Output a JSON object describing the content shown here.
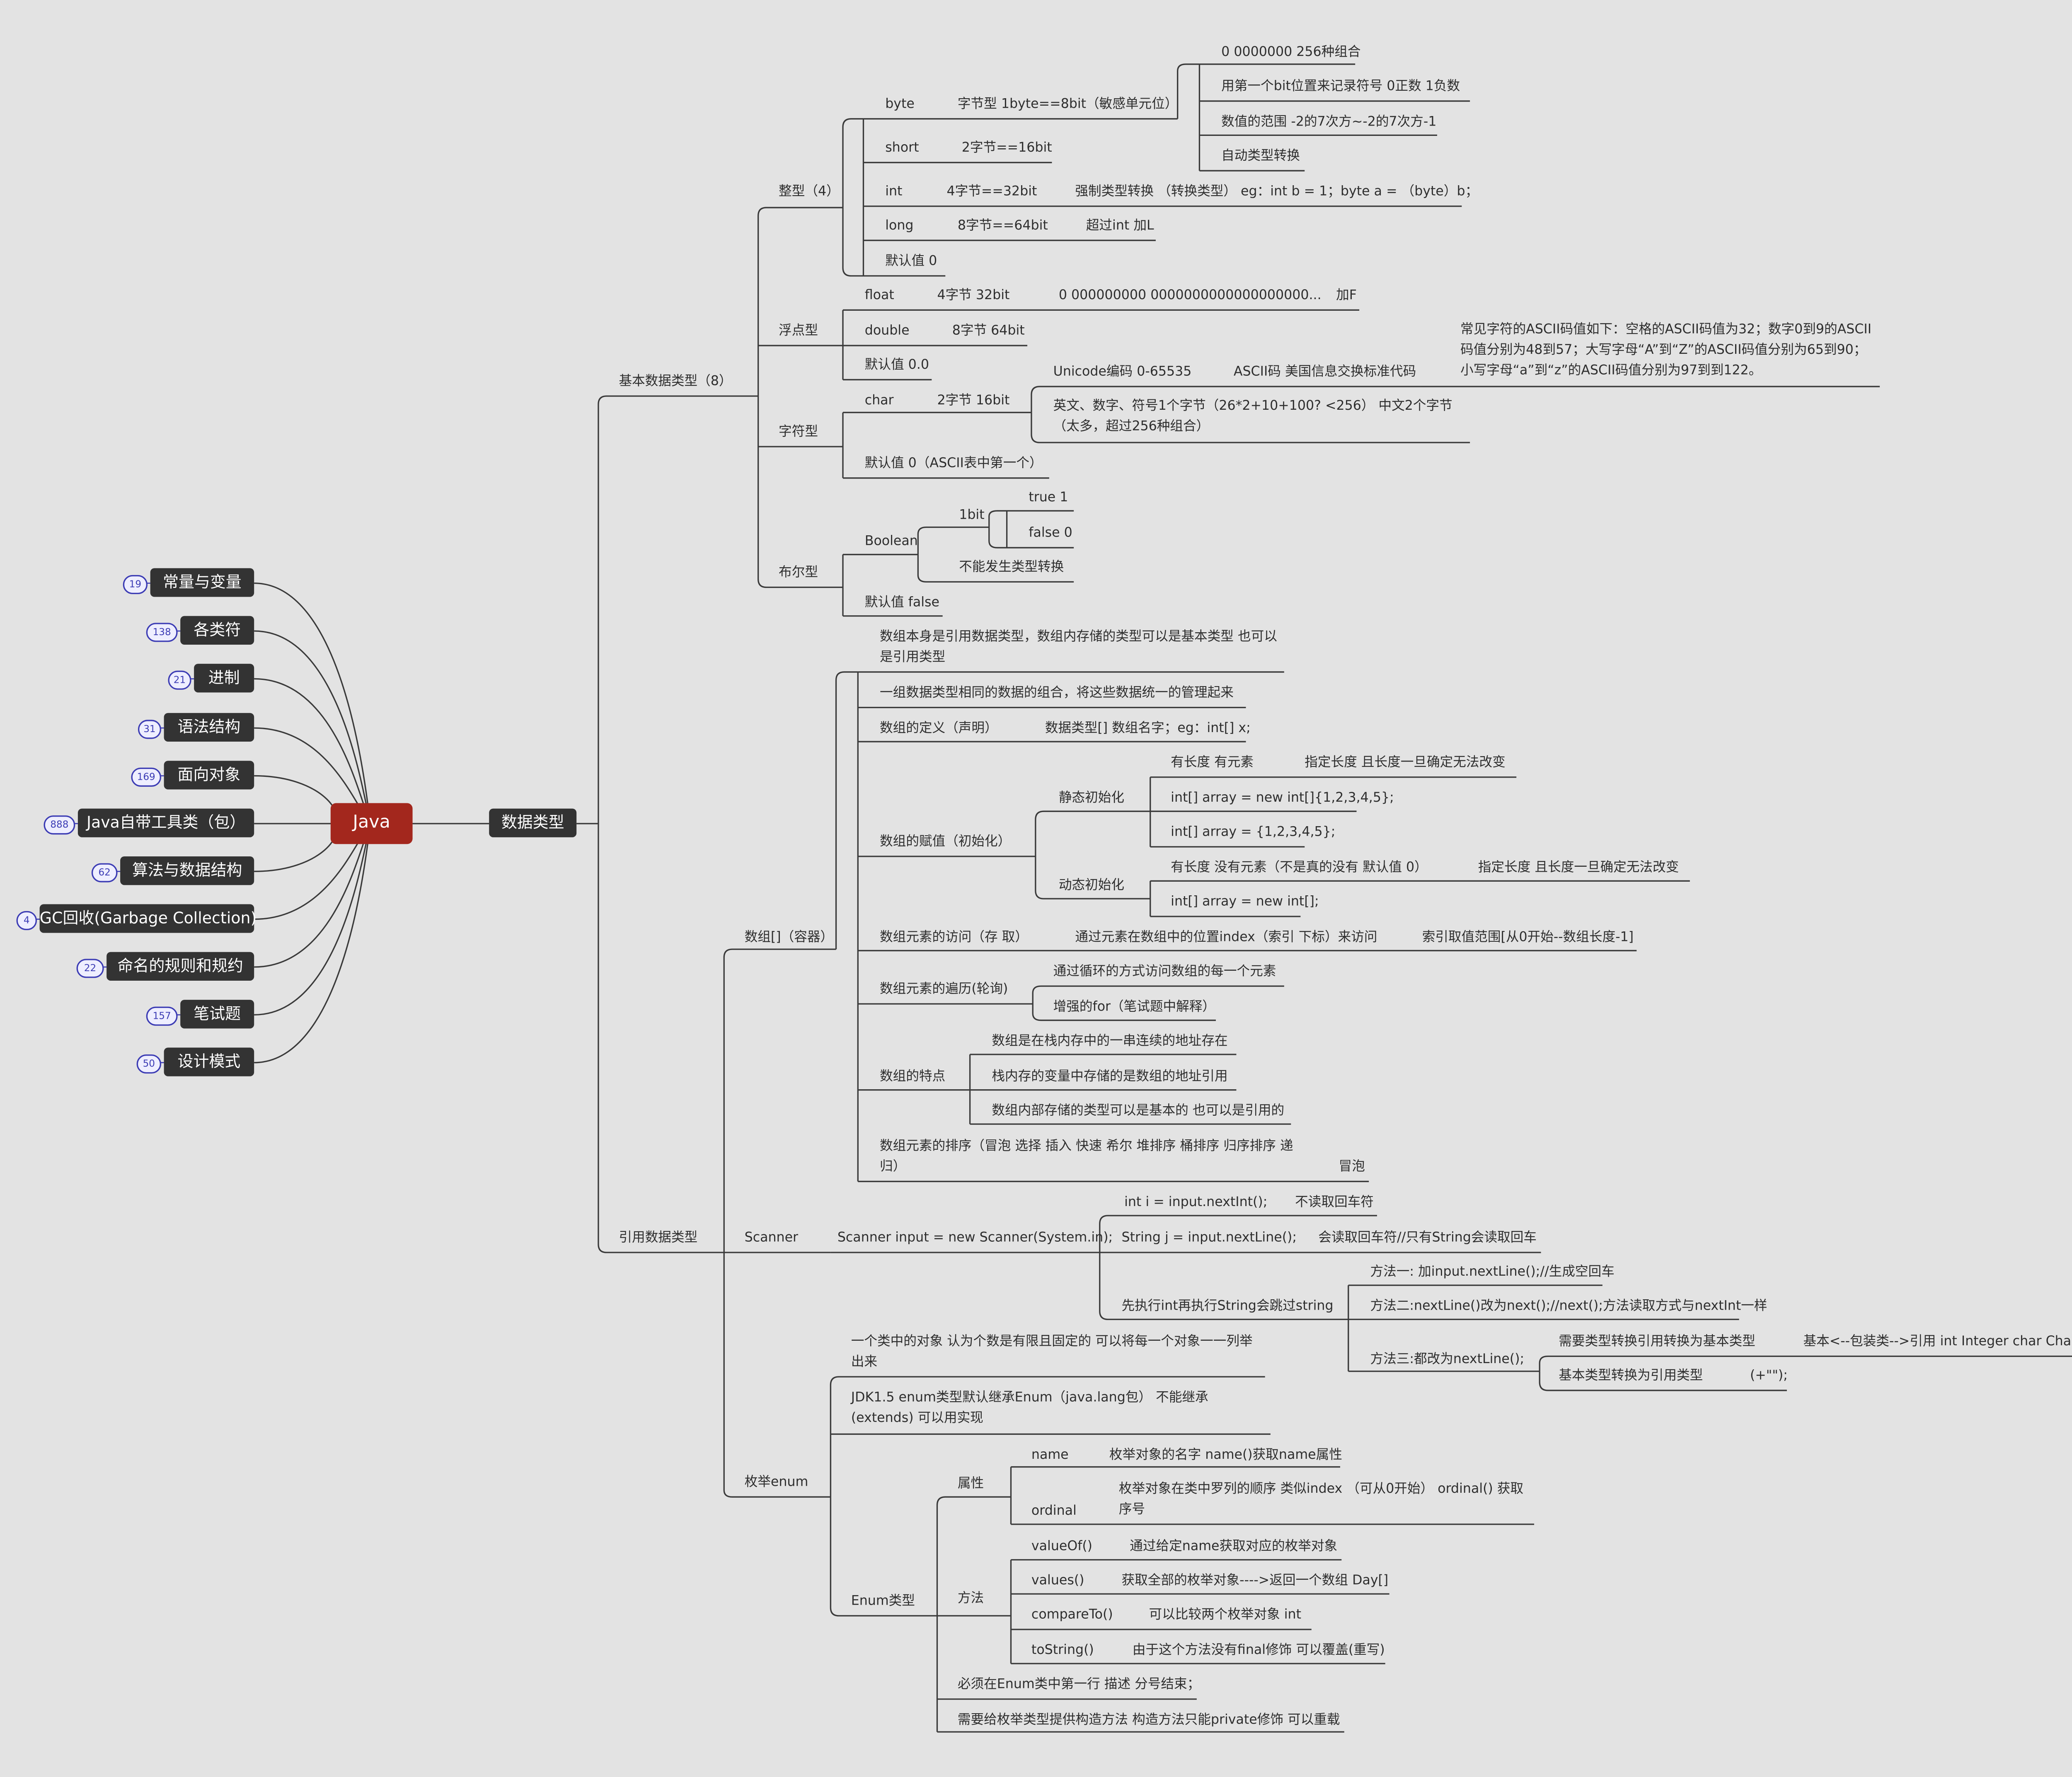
{
  "root": "Java",
  "left_topics": [
    {
      "label": "常量与变量",
      "count": "19"
    },
    {
      "label": "各类符",
      "count": "138"
    },
    {
      "label": "进制",
      "count": "21"
    },
    {
      "label": "语法结构",
      "count": "31"
    },
    {
      "label": "面向对象",
      "count": "169"
    },
    {
      "label": "Java自带工具类（包）",
      "count": "888"
    },
    {
      "label": "算法与数据结构",
      "count": "62"
    },
    {
      "label": "GC回收(Garbage Collection)",
      "count": "4"
    },
    {
      "label": "命名的规则和规约",
      "count": "22"
    },
    {
      "label": "笔试题",
      "count": "157"
    },
    {
      "label": "设计模式",
      "count": "50"
    }
  ],
  "main": "数据类型",
  "primitive": {
    "label": "基本数据类型（8）",
    "integer": {
      "label": "整型（4）",
      "byte": "byte",
      "byte_desc": "字节型    1byte==8bit（敏感单元位）",
      "byte_notes": [
        "0  0000000 256种组合",
        "用第一个bit位置来记录符号  0正数  1负数",
        "数值的范围  -2的7次方~-2的7次方-1",
        "自动类型转换"
      ],
      "short": "short",
      "short_desc": "2字节==16bit",
      "int": "int",
      "int_desc": "4字节==32bit",
      "int_note": "强制类型转换 （转换类型） eg：int b = 1；byte a = （byte）b；",
      "long": "long",
      "long_desc": "8字节==64bit",
      "long_note": "超过int 加L",
      "default": "默认值  0"
    },
    "float_type": {
      "label": "浮点型",
      "float": "float",
      "float_desc": "4字节    32bit",
      "float_bits": "0 000000000 0000000000000000000...",
      "float_note": "加F",
      "double": "double",
      "double_desc": "8字节   64bit",
      "default": "默认值 0.0"
    },
    "char_type": {
      "label": "字符型",
      "char": "char",
      "char_desc": "2字节   16bit",
      "unicode": "Unicode编码    0-65535",
      "ascii": "ASCII码 美国信息交换标准代码",
      "ascii_note": "常见字符的ASCII码值如下：空格的ASCII码值为32；数字0到9的ASCII码值分别为48到57；大写字母“A”到“Z”的ASCII码值分别为65到90；小写字母“a”到“z”的ASCII码值分别为97到到122。",
      "range_note": "英文、数字、符号1个字节（26*2+10+100?  <256）    中文2个字节（太多，超过256种组合）",
      "default": "默认值  0（ASCII表中第一个）"
    },
    "bool_type": {
      "label": "布尔型",
      "boolean": "Boolean",
      "bit": "1bit",
      "true_v": "true   1",
      "false_v": "false   0",
      "no_convert": "不能发生类型转换",
      "default": "默认值 false"
    }
  },
  "reference": {
    "label": "引用数据类型",
    "array": {
      "label": "数组[]（容器）",
      "intro": "数组本身是引用数据类型，数组内存储的类型可以是基本类型 也可以是引用类型",
      "group": "一组数据类型相同的数据的组合，将这些数据统一的管理起来",
      "define": "数组的定义（声明）",
      "define_desc": "数据类型[]  数组名字；eg：int[] x;",
      "assign": "数组的赋值（初始化）",
      "static_init": "静态初始化",
      "static_a": "有长度   有元素",
      "static_a_note": "指定长度  且长度一旦确定无法改变",
      "static_b": "int[] array = new int[]{1,2,3,4,5};",
      "static_c": "int[] array = {1,2,3,4,5};",
      "dynamic_init": "动态初始化",
      "dynamic_a": "有长度   没有元素（不是真的没有 默认值 0）",
      "dynamic_a_note": "指定长度  且长度一旦确定无法改变",
      "dynamic_b": "int[] array = new int[];",
      "access": "数组元素的访问（存 取）",
      "access_desc": "通过元素在数组中的位置index（索引 下标）来访问",
      "access_note": "索引取值范围[从0开始--数组长度-1]",
      "traverse": "数组元素的遍历(轮询)",
      "traverse_a": "通过循环的方式访问数组的每一个元素",
      "traverse_b": "增强的for（笔试题中解释）",
      "feature": "数组的特点",
      "feature_a": "数组是在栈内存中的一串连续的地址存在",
      "feature_b": "栈内存的变量中存储的是数组的地址引用",
      "feature_c": "数组内部存储的类型可以是基本的 也可以是引用的",
      "sort": "数组元素的排序（冒泡 选择 插入 快速 希尔 堆排序 桶排序 归序排序 递归）",
      "sort_note": "冒泡"
    },
    "scanner": {
      "label": "Scanner",
      "create": "Scanner input = new Scanner(System.in);",
      "next_int": "int i = input.nextInt();",
      "next_int_note": "不读取回车符",
      "next_line": "String j = input.nextLine();",
      "next_line_note": "会读取回车符//只有String会读取回车",
      "skip": "先执行int再执行String会跳过string",
      "method1": "方法一: 加input.nextLine();//生成空回车",
      "method2": "方法二:nextLine()改为next();//next();方法读取方式与nextInt一样",
      "method3": "方法三:都改为nextLine();",
      "m3_a": "需要类型转换引用转换为基本类型",
      "m3_a_note": "基本<--包装类-->引用  int Integer  char Character",
      "m3_b": "基本类型转换为引用类型",
      "m3_b_note": "(+\"\");"
    },
    "enum": {
      "label": "枚举enum",
      "intro": "一个类中的对象 认为个数是有限且固定的 可以将每一个对象一一列举出来",
      "jdk": "JDK1.5  enum类型默认继承Enum（java.lang包） 不能继承(extends)  可以用实现",
      "enum_type": "Enum类型",
      "attr": "属性",
      "name": "name",
      "name_desc": "枚举对象的名字 name()获取name属性",
      "ordinal": "ordinal",
      "ordinal_desc": "枚举对象在类中罗列的顺序  类似index （可从0开始）  ordinal() 获取序号",
      "methods": "方法",
      "value_of": "valueOf()",
      "value_of_desc": "通过给定name获取对应的枚举对象",
      "values": "values()",
      "values_desc": "获取全部的枚举对象---->返回一个数组 Day[]",
      "compare_to": "compareTo()",
      "compare_to_desc": "可以比较两个枚举对象   int",
      "to_string": "toString()",
      "to_string_desc": "由于这个方法没有final修饰 可以覆盖(重写)",
      "first_line": "必须在Enum类中第一行 描述 分号结束；",
      "ctor": "需要给枚举类型提供构造方法  构造方法只能private修饰 可以重载"
    }
  },
  "colors": {
    "background": "#e3e3e3",
    "root": "#a3271d",
    "topic": "#333333",
    "line": "#3a3a3a",
    "badge": "#3c3cb4"
  }
}
